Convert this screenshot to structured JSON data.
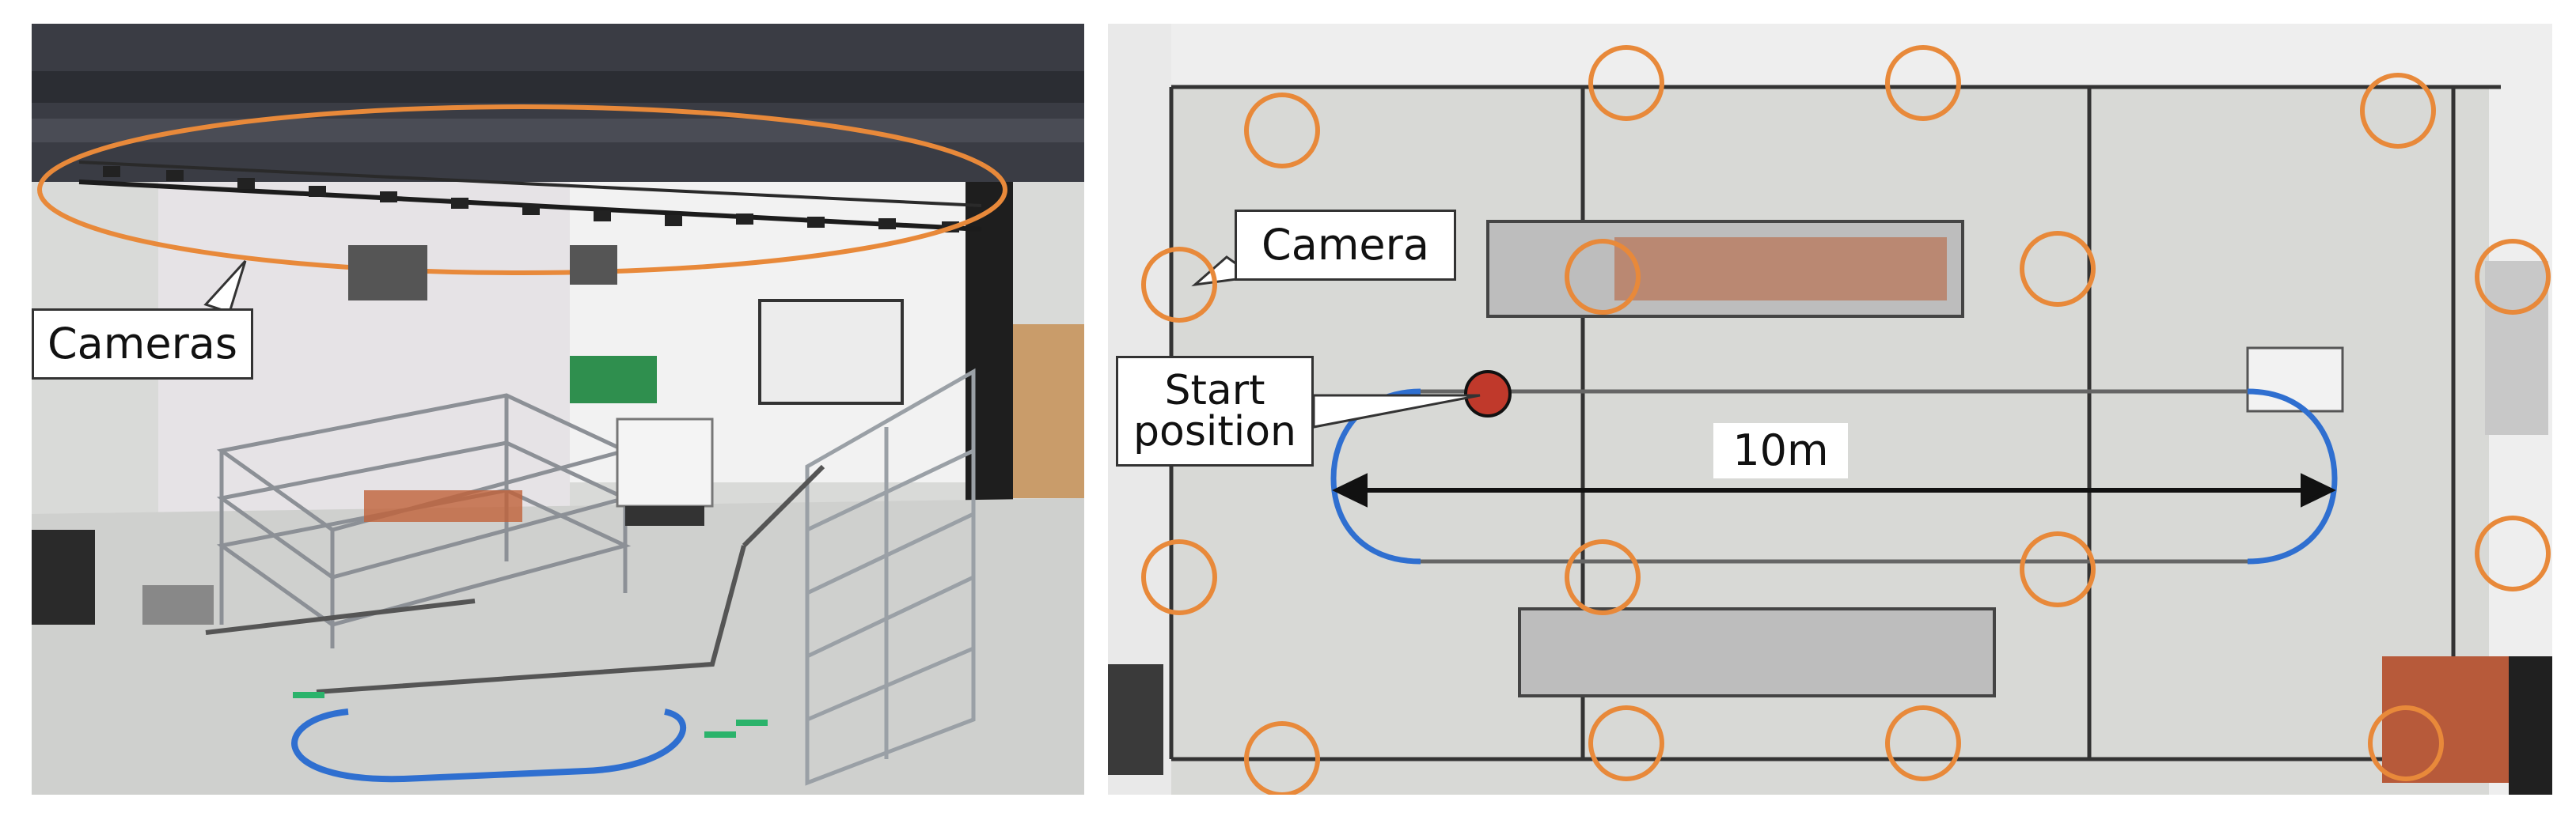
{
  "left_photo": {
    "callout": "Cameras"
  },
  "right_map": {
    "camera_callout": "Camera",
    "start_callout_line1": "Start",
    "start_callout_line2": "position",
    "distance_label": "10m"
  },
  "colors": {
    "camera_ring": "#e8893a",
    "track": "#2f6fd0",
    "start_marker": "#c0392b",
    "floor": "#cfd0ce"
  }
}
